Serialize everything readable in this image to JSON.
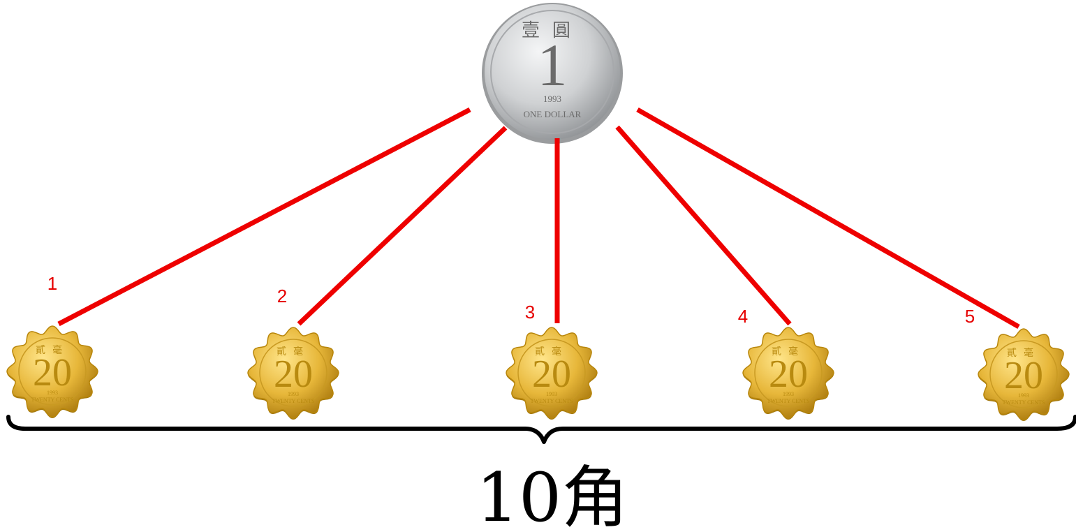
{
  "dollar_coin": {
    "value": "1",
    "year": "1993",
    "inscription": "ONE DOLLAR",
    "chinese": "壹圓"
  },
  "small_coin": {
    "value": "20",
    "year": "1993",
    "inscription": "TWENTY CENTS",
    "chinese": "貳毫"
  },
  "labels": [
    "1",
    "2",
    "3",
    "4",
    "5"
  ],
  "total_label": "10角",
  "colors": {
    "line": "#ee0000",
    "label": "#e60000",
    "gold": "#e7b73a",
    "silver": "#cfd1d3"
  }
}
